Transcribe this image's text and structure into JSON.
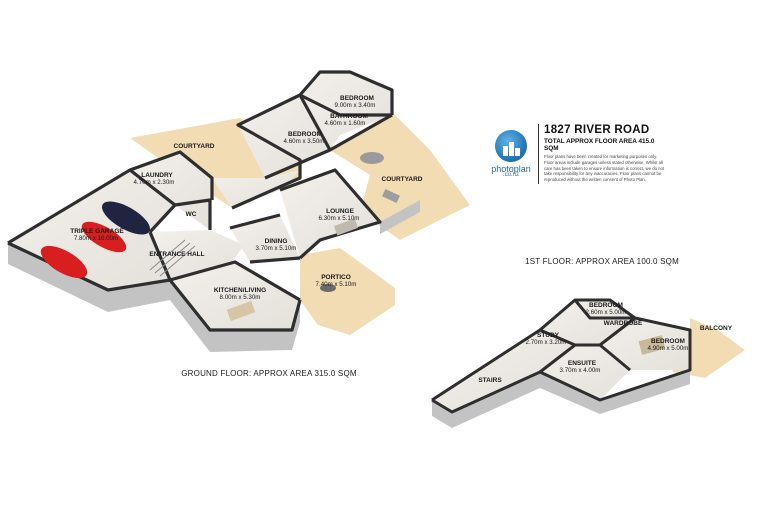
{
  "property": {
    "title": "1827 RIVER ROAD",
    "total_area": "TOTAL APPROX FLOOR AREA 415.0 SQM",
    "disclaimer": "Floor plans have been created for marketing purposes only. Floor areas include garages unless stated otherwise. Whilst all care has been taken to ensure information is correct, we do not take responsibility for any inaccuracies. Floor plans cannot be reproduced without the written consent of Photo Plan."
  },
  "logo": {
    "name": "photoplan",
    "suffix": ".co.nz"
  },
  "floors": {
    "ground_caption": "GROUND FLOOR: APPROX AREA 315.0 SQM",
    "first_caption": "1ST FLOOR: APPROX AREA 100.0 SQM"
  },
  "rooms": {
    "courtyard_left": {
      "name": "COURTYARD"
    },
    "courtyard_right": {
      "name": "COURTYARD"
    },
    "bedroom_top": {
      "name": "BEDROOM",
      "dims": "9.00m x 3.40m"
    },
    "bathroom": {
      "name": "BATHROOM",
      "dims": "4.60m x 1.60m"
    },
    "bedroom_mid": {
      "name": "BEDROOM",
      "dims": "4.60m x 3.50m"
    },
    "laundry": {
      "name": "LAUNDRY",
      "dims": "4.70m x 2.30m"
    },
    "wc": {
      "name": "WC"
    },
    "lounge": {
      "name": "LOUNGE",
      "dims": "6.30m x 5.10m"
    },
    "triple_garage": {
      "name": "TRIPLE GARAGE",
      "dims": "7.80m x 10.00m"
    },
    "dining": {
      "name": "DINING",
      "dims": "3.70m x 5.10m"
    },
    "entrance_hall": {
      "name": "ENTRANCE HALL"
    },
    "portico": {
      "name": "PORTICO",
      "dims": "7.40m x 5.10m"
    },
    "kitchen_living": {
      "name": "KITCHEN/LIVING",
      "dims": "8.00m x 5.30m"
    },
    "bedroom_upper1": {
      "name": "BEDROOM",
      "dims": "2.60m x 5.00m"
    },
    "wardrobe": {
      "name": "WARDROBE"
    },
    "study": {
      "name": "STUDY",
      "dims": "2.70m x 3.20m"
    },
    "bedroom_upper2": {
      "name": "BEDROOM",
      "dims": "4.90m x 5.00m"
    },
    "balcony": {
      "name": "BALCONY"
    },
    "ensuite": {
      "name": "ENSUITE",
      "dims": "3.70m x 4.00m"
    },
    "stairs": {
      "name": "STAIRS"
    }
  },
  "colors": {
    "floor": "#ece8e2",
    "wall_top": "#333333",
    "wall_side": "#bdbdbd",
    "deck": "#f2dcb4",
    "car_red": "#d81e1e",
    "car_dark": "#1f2540",
    "brand_blue": "#1f6fb2"
  }
}
